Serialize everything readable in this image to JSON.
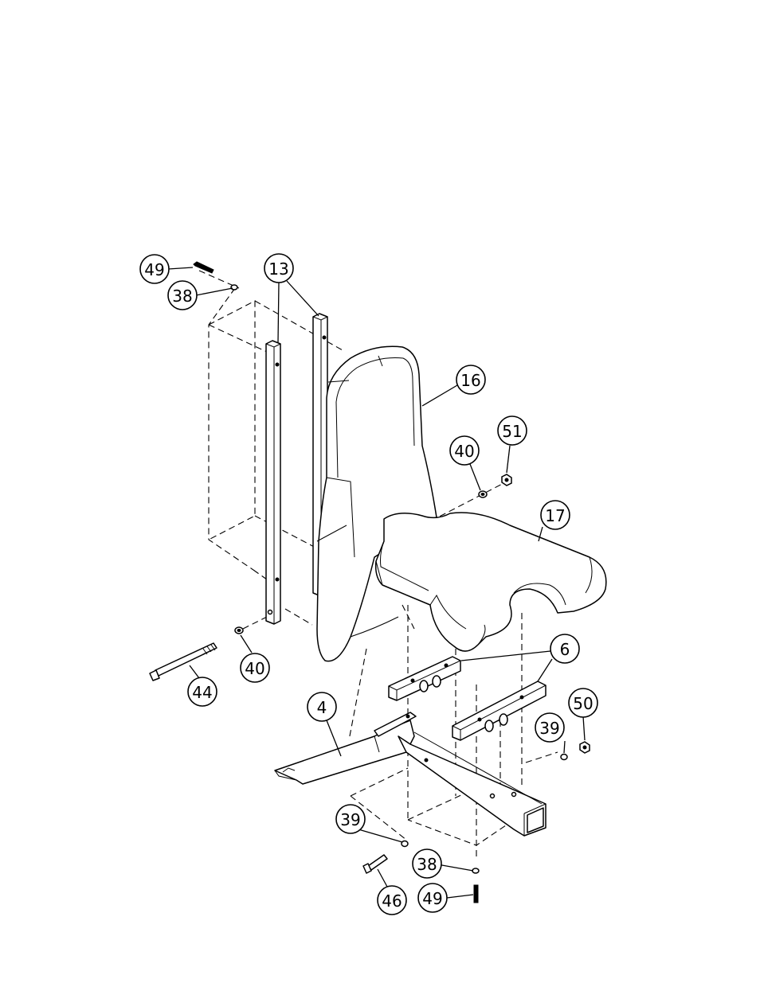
{
  "callouts": {
    "c49_top": "49",
    "c38_top": "38",
    "c13": "13",
    "c16": "16",
    "c40_right": "40",
    "c51": "51",
    "c17": "17",
    "c6": "6",
    "c40_left": "40",
    "c44": "44",
    "c4": "4",
    "c50": "50",
    "c39_right": "39",
    "c39_bottom": "39",
    "c38_bottom": "38",
    "c46": "46",
    "c49_bottom": "49"
  }
}
